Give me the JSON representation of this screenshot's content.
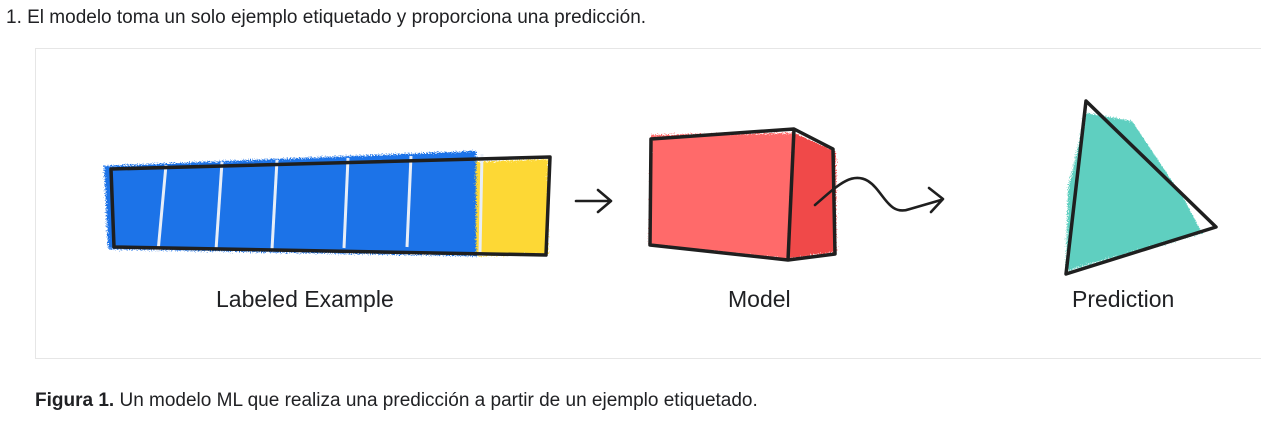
{
  "step": {
    "text": "1. El modelo toma un solo ejemplo etiquetado y proporciona una predicción."
  },
  "diagram": {
    "labels": {
      "labeled_example": "Labeled Example",
      "model": "Model",
      "prediction": "Prediction"
    },
    "colors": {
      "feature_blue": "#1f73e8",
      "label_yellow": "#fdd835",
      "model_red": "#ff6b6b",
      "prediction_teal": "#5fcfc0",
      "outline": "#1f1f1f"
    },
    "icons": [
      "arrow-right-icon",
      "squiggle-arrow-icon"
    ]
  },
  "caption": {
    "label": "Figura 1.",
    "text": " Un modelo ML que realiza una predicción a partir de un ejemplo etiquetado."
  }
}
